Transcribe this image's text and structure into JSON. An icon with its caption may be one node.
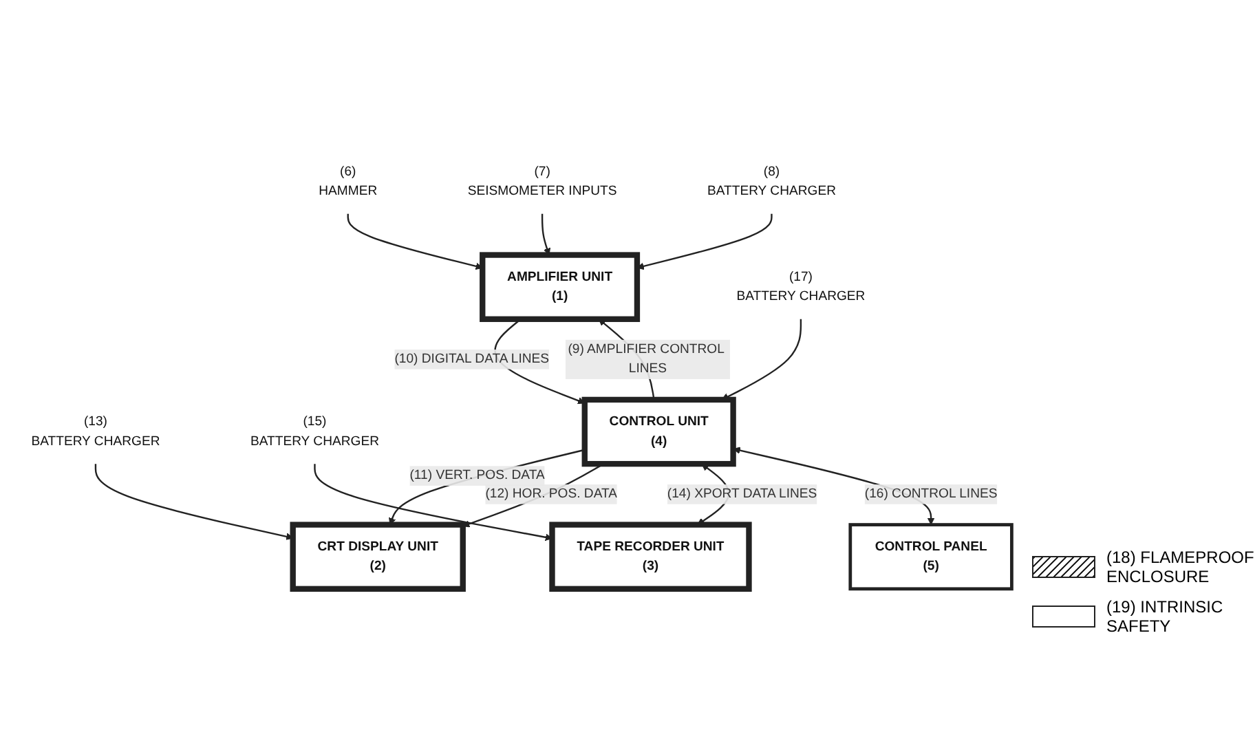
{
  "diagram": {
    "nodes": [
      {
        "text": [
          "(6)",
          "HAMMER"
        ]
      },
      {
        "text": [
          "(7)",
          "SEISMOMETER INPUTS"
        ]
      },
      {
        "text": [
          "AMPLIFIER UNIT",
          "(1)"
        ]
      },
      {
        "text": [
          "CRT DISPLAY UNIT",
          "(2)"
        ]
      },
      {
        "text": [
          "TAPE RECORDER UNIT",
          "(3)"
        ]
      },
      {
        "text": [
          "(8)",
          "BATTERY CHARGER"
        ]
      },
      {
        "text": [
          "(13)",
          "BATTERY CHARGER"
        ]
      },
      {
        "text": [
          "(15)",
          "BATTERY CHARGER"
        ]
      },
      {
        "text": [
          "CONTROL UNIT",
          "(4)"
        ]
      },
      {
        "text": [
          "(17)",
          "BATTERY CHARGER"
        ]
      },
      {
        "text": [
          "CONTROL PANEL",
          "(5)"
        ]
      }
    ],
    "edges": [
      {
        "from": 0,
        "to": 2,
        "arrow": "to"
      },
      {
        "from": 1,
        "to": 2,
        "arrow": "to"
      },
      {
        "from": 5,
        "to": 2,
        "arrow": "to"
      },
      {
        "from": 8,
        "to": 2,
        "arrow": "to",
        "label": "(9) AMPLIFIER CONTROL LINES"
      },
      {
        "from": 2,
        "to": 8,
        "arrow": "to",
        "label": "(10) DIGITAL DATA LINES"
      },
      {
        "from": 8,
        "to": 3,
        "arrow": "to",
        "label": "(11) VERT. POS. DATA"
      },
      {
        "from": 8,
        "to": 3,
        "arrow": "to",
        "label": "(12) HOR. POS. DATA"
      },
      {
        "from": 6,
        "to": 3,
        "arrow": "to"
      },
      {
        "from": 8,
        "to": 4,
        "arrow": "both",
        "label": "(14) XPORT DATA LINES"
      },
      {
        "from": 7,
        "to": 4,
        "arrow": "to"
      },
      {
        "from": 8,
        "to": 10,
        "arrow": "both",
        "label": "(16) CONTROL LINES"
      },
      {
        "from": 9,
        "to": 8,
        "arrow": "to"
      }
    ],
    "legend": [
      {
        "text": "(18) FLAMEPROOF ENCLOSURE"
      },
      {
        "text": "(19) INTRINSIC SAFETY"
      }
    ]
  }
}
